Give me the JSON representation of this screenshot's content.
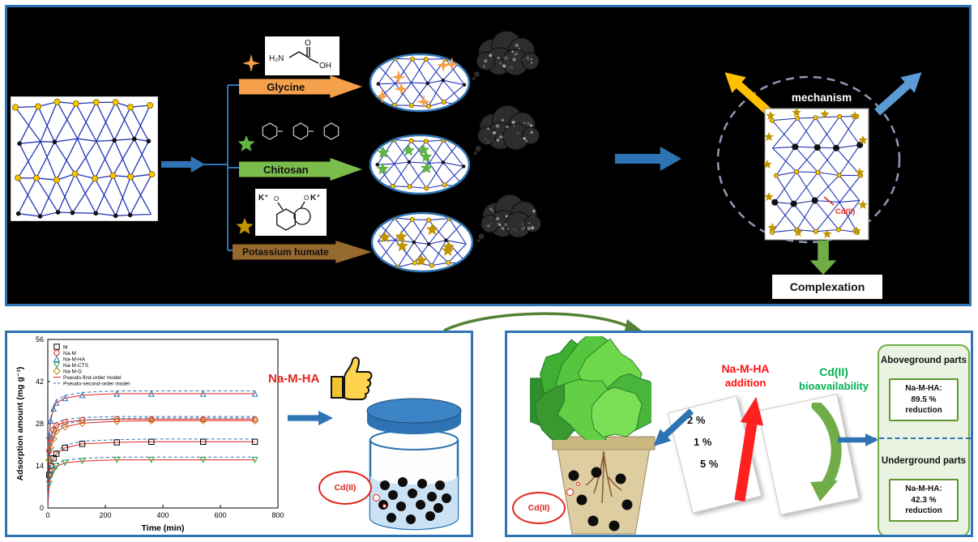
{
  "accent": {
    "panel_border": "#2E74B5",
    "arrow_blue": "#2E74B5",
    "red": "#E1251B",
    "green": "#70AD47"
  },
  "top_panel": {
    "modifiers": [
      {
        "label": "Glycine",
        "arrow_color": "#F5A14B",
        "star_color": "#F5A14B",
        "star_points": 4
      },
      {
        "label": "Chitosan",
        "arrow_color": "#7ABD4C",
        "star_color": "#5FB544",
        "star_points": 5
      },
      {
        "label": "Potassium humate",
        "arrow_color": "#96692F",
        "star_color": "#C09500",
        "star_points": 5
      }
    ],
    "glycine_structure": {
      "h2n": "H₂N",
      "o": "O",
      "oh": "OH"
    },
    "humate_structure": {
      "k_left": "K⁺",
      "k_right": "K⁺"
    },
    "mechanism_label": "mechanism",
    "complexation_label": "Complexation",
    "cd_label": "Cd(II)",
    "mechanism_arrows": {
      "left": "#FFC000",
      "right": "#5B9BD5",
      "down": "#70AD47"
    }
  },
  "chart_data": {
    "type": "scatter",
    "title": "",
    "xlabel": "Time (min)",
    "ylabel": "Adsorption amount (mg g⁻¹)",
    "xlim": [
      0,
      800
    ],
    "ylim": [
      0,
      56
    ],
    "xticks": [
      0,
      200,
      400,
      600,
      800
    ],
    "yticks": [
      0,
      14,
      28,
      42,
      56
    ],
    "grid": false,
    "legend_position": "upper-left",
    "x": [
      5,
      10,
      20,
      30,
      60,
      120,
      240,
      360,
      540,
      720
    ],
    "series": [
      {
        "name": "M",
        "marker": "square",
        "color": "#000000",
        "values": [
          11,
          14,
          16.5,
          18,
          20,
          21.3,
          21.8,
          22,
          22,
          22
        ]
      },
      {
        "name": "Na-M",
        "marker": "circle",
        "color": "#E1251B",
        "values": [
          19,
          23,
          26,
          27.5,
          28.5,
          29.2,
          29.5,
          29.5,
          29.5,
          29.5
        ]
      },
      {
        "name": "Na-M-HA",
        "marker": "triangle-up",
        "color": "#2E74B5",
        "values": [
          24,
          29,
          33,
          35,
          36.5,
          37.5,
          38,
          38,
          38,
          38
        ]
      },
      {
        "name": "Na-M-CTS",
        "marker": "triangle-down",
        "color": "#2F9E44",
        "values": [
          8,
          10.5,
          12.5,
          13.8,
          15,
          15.6,
          16,
          16,
          16,
          16
        ]
      },
      {
        "name": "Na-M-G",
        "marker": "diamond",
        "color": "#B8860B",
        "values": [
          16,
          20,
          23,
          25.5,
          27,
          28.2,
          28.8,
          29,
          29,
          29
        ]
      }
    ],
    "fits": [
      {
        "name": "Pseudo-first-order model",
        "style": "solid",
        "color": "#E1251B"
      },
      {
        "name": "Pseudo-second-order model",
        "style": "dashed",
        "color": "#2E74B5"
      }
    ]
  },
  "bottom_left": {
    "best_material": "Na-M-HA",
    "cd_label": "Cd(II)"
  },
  "bottom_right": {
    "addition_label": [
      "Na-M-HA",
      "addition"
    ],
    "bioavailability_label": [
      "Cd(II)",
      "bioavailability"
    ],
    "doses": [
      "2 %",
      "1 %",
      "5 %"
    ],
    "cd_label": "Cd(II)",
    "aboveground": {
      "title": "Aboveground parts",
      "line1": "Na-M-HA:",
      "line2": "89.5 % reduction"
    },
    "underground": {
      "title": "Underground parts",
      "line1": "Na-M-HA:",
      "line2": "42.3 % reduction"
    }
  }
}
